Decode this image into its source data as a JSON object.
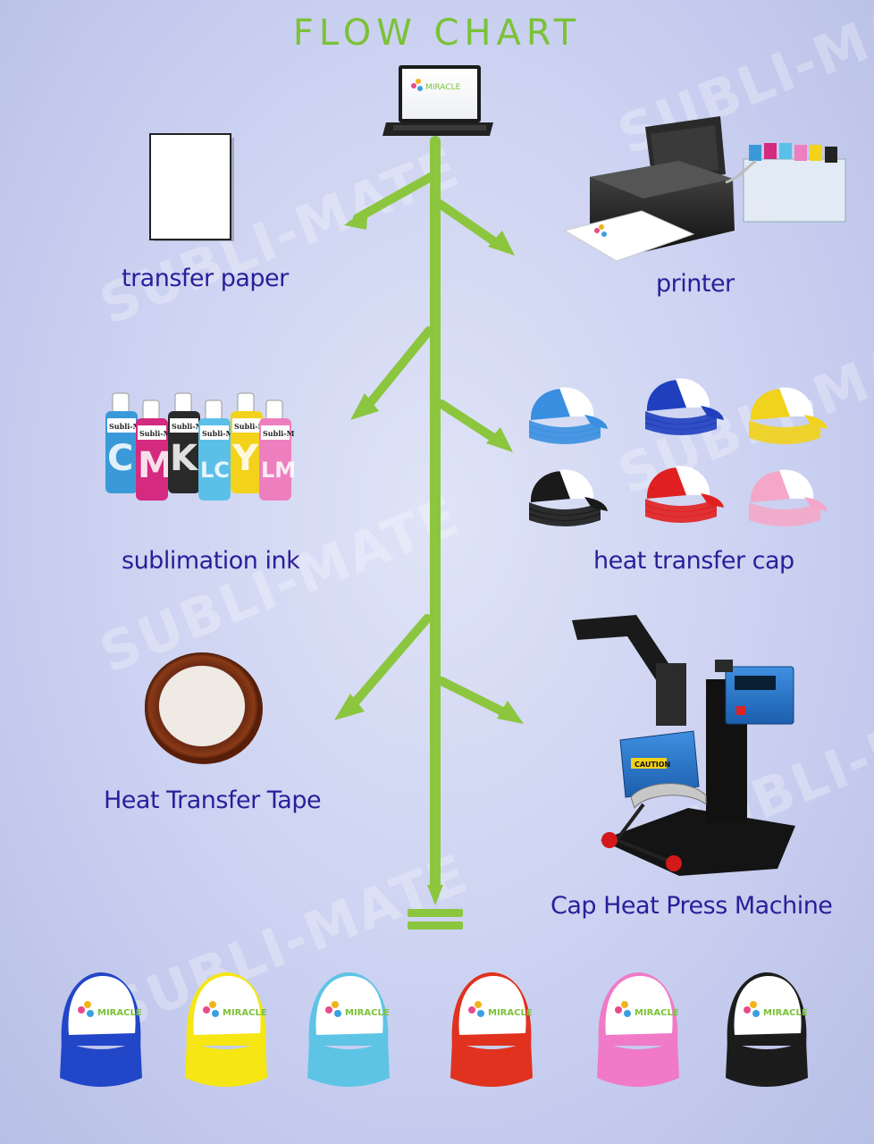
{
  "title": "FLOW CHART",
  "watermark": "SUBLI-MATE",
  "logo_text": "MIRACLE",
  "labels": {
    "transfer_paper": "transfer paper",
    "printer": "printer",
    "sublimation_ink": "sublimation ink",
    "heat_transfer_cap": "heat transfer cap",
    "heat_transfer_tape": "Heat Transfer Tape",
    "cap_press": "Cap Heat Press Machine"
  },
  "ink_bottles": [
    {
      "letter": "C",
      "color": "#3a9ad9",
      "brand": "Subli-M"
    },
    {
      "letter": "M",
      "color": "#d42a7f",
      "brand": "Subli-M"
    },
    {
      "letter": "K",
      "color": "#2a2a2a",
      "brand": "Subli-M"
    },
    {
      "letter": "LC",
      "color": "#5bc0e8",
      "brand": "Subli-M"
    },
    {
      "letter": "Y",
      "color": "#f2d21a",
      "brand": "Subli-M"
    },
    {
      "letter": "LM",
      "color": "#ee7fbf",
      "brand": "Subli-M"
    }
  ],
  "press_caution": "CAUTION",
  "colors": {
    "arrow": "#8cc63f",
    "title": "#7bc237",
    "label": "#2a1e9a"
  },
  "stacked_cap_colors": [
    "#3a8fe0",
    "#1f3fbf",
    "#f1d21c",
    "#1a1a1a",
    "#e02020",
    "#f4a7c8"
  ],
  "final_cap_colors": [
    "#2246c8",
    "#f5e614",
    "#5ec4e6",
    "#e0321e",
    "#f07ac8",
    "#1c1c1c"
  ]
}
